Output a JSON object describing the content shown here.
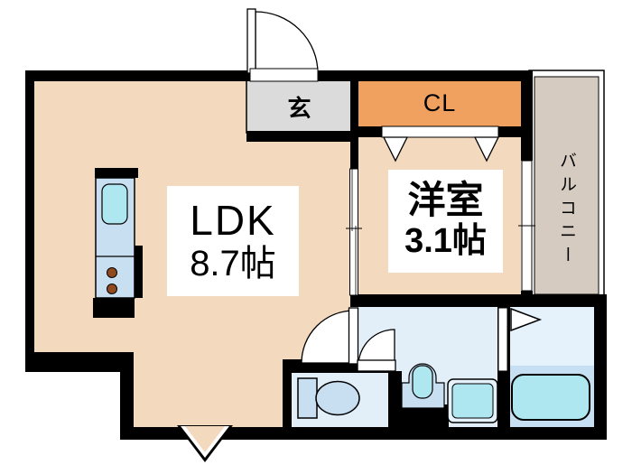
{
  "rooms": {
    "ldk": {
      "name": "LDK",
      "size": "8.7帖"
    },
    "western_room": {
      "name": "洋室",
      "size": "3.1帖"
    },
    "closet": {
      "label": "CL"
    },
    "entrance": {
      "label": "玄"
    },
    "balcony": {
      "label": "バルコニー"
    }
  },
  "colors": {
    "wall": "#000000",
    "floor": "#F3D9BD",
    "entrance_floor": "#DBDBDB",
    "closet_fill": "#F0A160",
    "balcony_fill": "#D5CBC1",
    "wet_floor": "#E2EFF9",
    "bath_upper": "#E6F2FB",
    "bath_lower": "#C6DFF2",
    "fixture_blue": "#C8DFF2",
    "fixture_cyan": "#AEE7F0",
    "burner": "#8F4A1F"
  }
}
